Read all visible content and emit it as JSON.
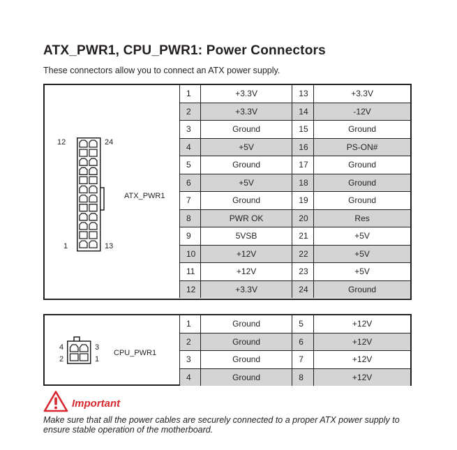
{
  "title": "ATX_PWR1, CPU_PWR1: Power Connectors",
  "subtitle": "These connectors allow you to connect an ATX power supply.",
  "atx": {
    "label": "ATX_PWR1",
    "pin_top_left": "12",
    "pin_top_right": "24",
    "pin_bottom_left": "1",
    "pin_bottom_right": "13",
    "rows": [
      [
        "1",
        "+3.3V",
        "13",
        "+3.3V"
      ],
      [
        "2",
        "+3.3V",
        "14",
        "-12V"
      ],
      [
        "3",
        "Ground",
        "15",
        "Ground"
      ],
      [
        "4",
        "+5V",
        "16",
        "PS-ON#"
      ],
      [
        "5",
        "Ground",
        "17",
        "Ground"
      ],
      [
        "6",
        "+5V",
        "18",
        "Ground"
      ],
      [
        "7",
        "Ground",
        "19",
        "Ground"
      ],
      [
        "8",
        "PWR OK",
        "20",
        "Res"
      ],
      [
        "9",
        "5VSB",
        "21",
        "+5V"
      ],
      [
        "10",
        "+12V",
        "22",
        "+5V"
      ],
      [
        "11",
        "+12V",
        "23",
        "+5V"
      ],
      [
        "12",
        "+3.3V",
        "24",
        "Ground"
      ]
    ]
  },
  "cpu": {
    "label": "CPU_PWR1",
    "pin_top_left": "4",
    "pin_top_right": "3",
    "pin_bottom_left": "2",
    "pin_bottom_right": "1",
    "rows": [
      [
        "1",
        "Ground",
        "5",
        "+12V"
      ],
      [
        "2",
        "Ground",
        "6",
        "+12V"
      ],
      [
        "3",
        "Ground",
        "7",
        "+12V"
      ],
      [
        "4",
        "Ground",
        "8",
        "+12V"
      ]
    ]
  },
  "important": {
    "heading": "Important",
    "text": "Make sure that all the power cables are securely connected to a proper ATX power supply to ensure stable operation of the motherboard."
  },
  "colors": {
    "accent": "#d7282f",
    "shade": "#d4d4d4",
    "ink": "#231f20"
  }
}
